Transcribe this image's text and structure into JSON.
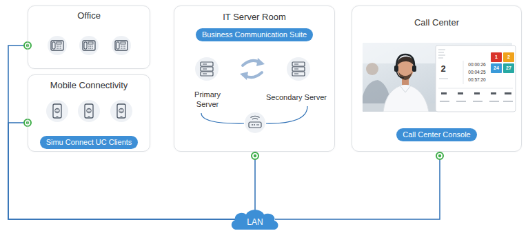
{
  "diagram": {
    "nodes": [
      {
        "text": [
          "Office"
        ]
      },
      {
        "text": [
          "Mobile Connectivity"
        ]
      },
      {
        "text": [
          "Simu Connect UC Clients"
        ],
        "in": 1
      },
      {
        "text": [
          "IT Server Room"
        ]
      },
      {
        "text": [
          "Business Communication Suite"
        ],
        "in": 3
      },
      {
        "text": [
          "Call Center"
        ]
      },
      {
        "text": [
          "Call Center Console"
        ],
        "in": 5
      },
      {
        "text": [
          "LAN"
        ]
      }
    ],
    "edges": [
      {
        "from": 0,
        "to": 7,
        "arrow": "none"
      },
      {
        "from": 1,
        "to": 7,
        "arrow": "none"
      },
      {
        "from": 3,
        "to": 7,
        "arrow": "none"
      },
      {
        "from": 5,
        "to": 7,
        "arrow": "none"
      }
    ],
    "labels": [
      "Primary Server",
      "Secondary Server",
      "2",
      "00:00:26",
      "00:04:25",
      "00:57:20",
      "1",
      "2",
      "24",
      "27"
    ]
  }
}
